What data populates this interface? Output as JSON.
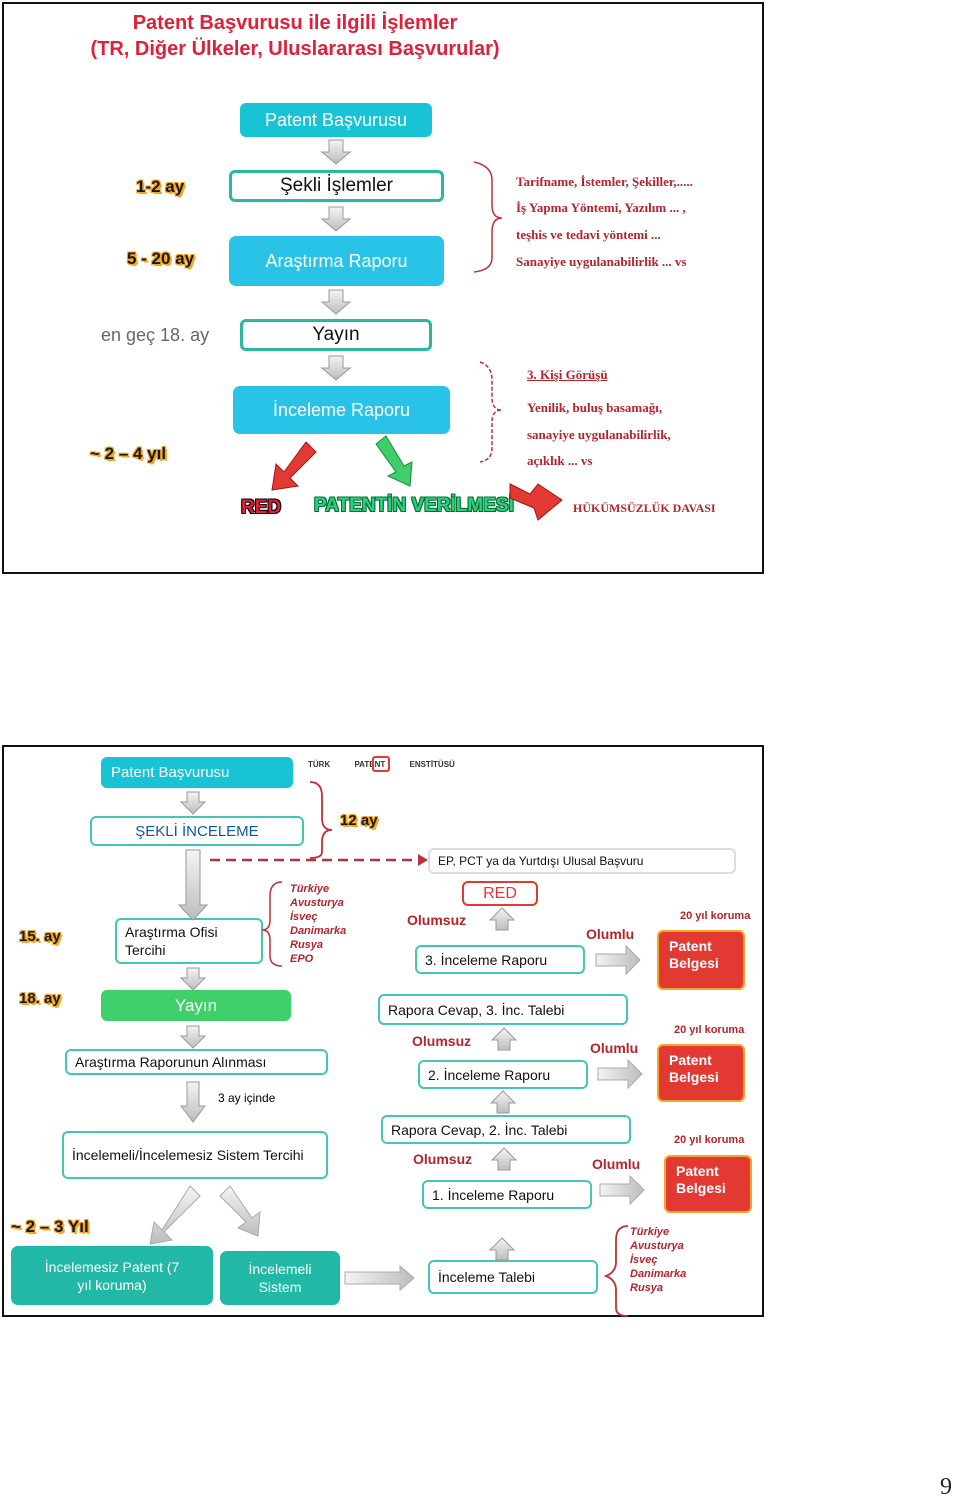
{
  "slide1": {
    "title_line1": "Patent Başvurusu ile ilgili İşlemler",
    "title_line2": "(TR, Diğer Ülkeler, Uluslararası Başvurular)",
    "flow": {
      "patent_basvurusu": "Patent Başvurusu",
      "sekli_islemler": "Şekli İşlemler",
      "arastirma_raporu": "Araştırma Raporu",
      "yayin": "Yayın",
      "inceleme_raporu": "İnceleme Raporu"
    },
    "timing": {
      "t1": "1-2 ay",
      "t2": "5 - 20 ay",
      "t3": "en geç 18. ay",
      "t4": "~ 2 – 4 yıl"
    },
    "notes_right": [
      "Tarifname, İstemler, Şekiller,.....",
      "İş Yapma Yöntemi, Yazılım ... ,",
      "teşhis ve tedavi yöntemi ...",
      "Sanayiye uygulanabilirlik ... vs"
    ],
    "notes_right2": {
      "third_party": "3. Kişi Görüşü",
      "lines": [
        "Yenilik, buluş basamağı,",
        "sanayiye uygulanabilirlik,",
        "açıklık ... vs"
      ]
    },
    "outcomes": {
      "red": "RED",
      "grant": "PATENTİN VERİLMESİ",
      "invalidity": "HÜKÜMSÜZLÜK DAVASI"
    }
  },
  "slide2": {
    "patent_basvurusu": "Patent Başvurusu",
    "logo_text": "TÜRK PATENT ENSTİTÜSÜ",
    "sekli_inceleme": "ŞEKLİ İNCELEME",
    "twelve_months": "12 ay",
    "foreign_filing": "EP, PCT ya da Yurtdışı Ulusal Başvuru",
    "month15": "15. ay",
    "month18": "18. ay",
    "search_office": "Araştırma Ofisi Tercihi",
    "offices": [
      "Türkiye",
      "Avusturya",
      "İsveç",
      "Danimarka",
      "Rusya",
      "EPO"
    ],
    "yayin": "Yayın",
    "search_report": "Araştırma Raporunun Alınması",
    "three_months": "3 ay içinde",
    "system_choice": "İncelemeli/İncelemesiz Sistem Tercihi",
    "years": "~ 2 – 3 Yıl",
    "unexamined": "İncelemesiz Patent (7 yıl koruma)",
    "examined": "İncelemeli Sistem",
    "exam_request": "İnceleme Talebi",
    "exam_offices": [
      "Türkiye",
      "Avusturya",
      "İsveç",
      "Danimarka",
      "Rusya"
    ],
    "red": "RED",
    "report3": "3. İnceleme Raporu",
    "report2": "2. İnceleme Raporu",
    "report1": "1. İnceleme Raporu",
    "reply3": "Rapora Cevap, 3. İnc. Talebi",
    "reply2": "Rapora Cevap, 2. İnc. Talebi",
    "negative": "Olumsuz",
    "positive": "Olumlu",
    "protection": "20 yıl koruma",
    "certificate": "Patent Belgesi"
  },
  "page_number": "9",
  "colors": {
    "teal": "#19c3d6",
    "red": "#e23a33",
    "orange": "#f5a623",
    "darkred": "#b5242c",
    "green": "#2bb8a0"
  }
}
